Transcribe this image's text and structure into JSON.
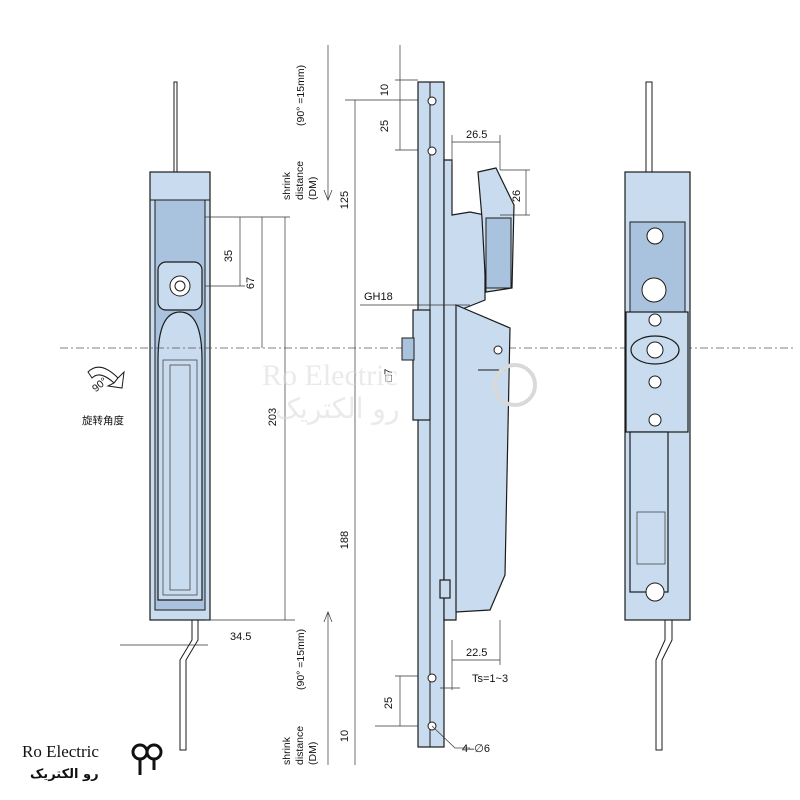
{
  "dimensions": {
    "d10_top": "10",
    "d25_top": "25",
    "d26_5": "26.5",
    "d26": "26",
    "d125": "125",
    "d35": "35",
    "d67": "67",
    "d203": "203",
    "d188": "188",
    "d34_5": "34.5",
    "d22_5": "22.5",
    "d25_bottom": "25",
    "d10_bottom": "10",
    "gh18": "GH18",
    "sq7": "□7",
    "ts": "Ts=1~3",
    "holes": "4–∅6"
  },
  "notes": {
    "rotation_angle": "旋转角度",
    "rotation_deg": "90°",
    "top_shrink": [
      "shrink",
      "distance",
      "(DM)"
    ],
    "top_shrink_value": "(90° =15mm)",
    "bottom_shrink": [
      "shrink",
      "distance",
      "(DM)"
    ],
    "bottom_shrink_value": "(90° =15mm)"
  },
  "watermark": {
    "line1": "Ro Electric",
    "line2": "رو الکتریک"
  },
  "logo": {
    "en": "Ro Electric",
    "fa": "رو الکتریک"
  },
  "colors": {
    "body": "#c9dbee",
    "line": "#1b1b1b"
  }
}
